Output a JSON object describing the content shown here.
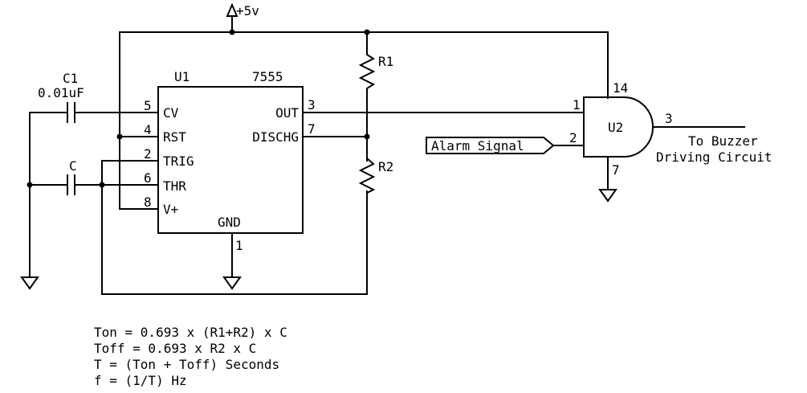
{
  "supply": {
    "label": "+5v"
  },
  "c1": {
    "ref": "C1",
    "value": "0.01uF"
  },
  "c": {
    "ref": "C"
  },
  "r1": {
    "ref": "R1"
  },
  "r2": {
    "ref": "R2"
  },
  "u1": {
    "ref": "U1",
    "part": "7555",
    "pins": {
      "cv": {
        "name": "CV",
        "num": "5"
      },
      "rst": {
        "name": "RST",
        "num": "4"
      },
      "trig": {
        "name": "TRIG",
        "num": "2"
      },
      "thr": {
        "name": "THR",
        "num": "6"
      },
      "vplus": {
        "name": "V+",
        "num": "8"
      },
      "out": {
        "name": "OUT",
        "num": "3"
      },
      "dischg": {
        "name": "DISCHG",
        "num": "7"
      },
      "gnd": {
        "name": "GND",
        "num": "1"
      }
    }
  },
  "u2": {
    "ref": "U2",
    "pins": {
      "in1": "1",
      "in2": "2",
      "vcc": "14",
      "gnd": "7",
      "out": "3"
    }
  },
  "alarm": {
    "label": "Alarm Signal"
  },
  "output": {
    "line1": "To Buzzer",
    "line2": "Driving Circuit"
  },
  "formulas": [
    "Ton = 0.693 x (R1+R2) x C",
    "Toff = 0.693 x R2 x C",
    "T = (Ton + Toff) Seconds",
    "f = (1/T) Hz"
  ]
}
